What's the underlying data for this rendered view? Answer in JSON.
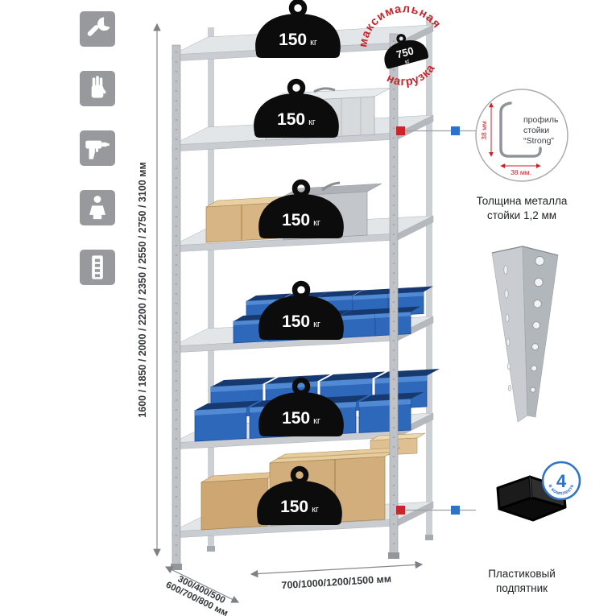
{
  "stamp": {
    "arc_top": "максимальная",
    "arc_bottom": "нагрузка",
    "value": "750",
    "unit": "кг"
  },
  "shelves": {
    "load_unit": "кг",
    "loads": [
      "150",
      "150",
      "150",
      "150",
      "150",
      "150"
    ]
  },
  "profile": {
    "label_line1": "профиль",
    "label_line2": "стойки",
    "label_line3": "“Strong”",
    "dim_height": "38 мм",
    "dim_width": "38 мм.",
    "caption_line1": "Толщина металла",
    "caption_line2": "стойки 1,2 мм"
  },
  "foot": {
    "badge_value": "4",
    "badge_text": "в комплекте",
    "caption_line1": "Пластиковый",
    "caption_line2": "подпятник"
  },
  "dimensions": {
    "height": "1600 / 1850 / 2000 / 2200 / 2350 / 2550 / 2750 / 3100 мм",
    "depth_line1": "300/400/500",
    "depth_line2": "600/700/800 мм",
    "width": "700/1000/1200/1500 мм"
  },
  "icons": {
    "list": [
      "wrench",
      "gloves",
      "drill",
      "person",
      "rack-post"
    ]
  },
  "colors": {
    "red": "#c8252c",
    "blue": "#2f72c8",
    "bin_blue": "#2e68ba",
    "metal": "#c6cacd",
    "black": "#0c0c0c",
    "icon_bg": "#97999d"
  }
}
